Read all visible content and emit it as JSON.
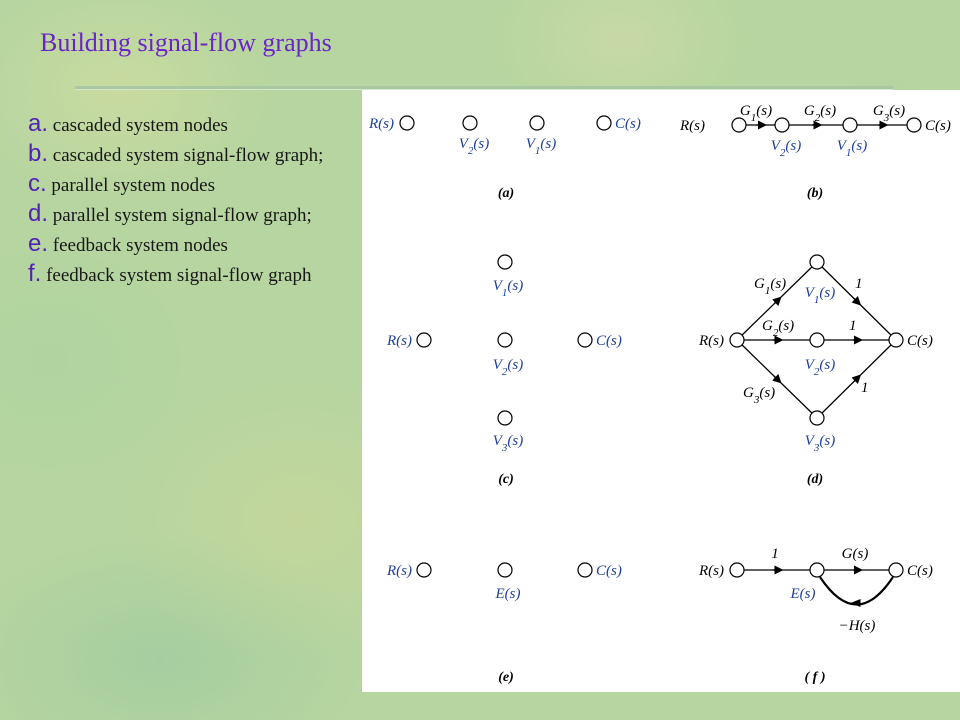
{
  "slide": {
    "title": "Building signal-flow graphs"
  },
  "captions": [
    {
      "letter": "a.",
      "text": " cascaded system nodes"
    },
    {
      "letter": "b.",
      "text": " cascaded system signal-flow graph;"
    },
    {
      "letter": "c.",
      "text": " parallel system nodes"
    },
    {
      "letter": "d.",
      "text": " parallel system signal-flow graph;"
    },
    {
      "letter": "e.",
      "text": " feedback system nodes"
    },
    {
      "letter": "f.",
      "text": " feedback system signal-flow graph"
    }
  ],
  "diagrams": {
    "a": {
      "panel_label": "(a)",
      "node_labels": [
        "R(s)",
        "V2(s)",
        "V1(s)",
        "C(s)"
      ]
    },
    "b": {
      "panel_label": "(b)",
      "node_labels": [
        "R(s)",
        "V2(s)",
        "V1(s)",
        "C(s)"
      ],
      "branch_gains": [
        "G1(s)",
        "G2(s)",
        "G3(s)"
      ]
    },
    "c": {
      "panel_label": "(c)",
      "node_labels": [
        "R(s)",
        "V1(s)",
        "V2(s)",
        "V3(s)",
        "C(s)"
      ]
    },
    "d": {
      "panel_label": "(d)",
      "node_labels": [
        "R(s)",
        "V1(s)",
        "V2(s)",
        "V3(s)",
        "C(s)"
      ],
      "branch_gains": [
        "G1(s)",
        "G2(s)",
        "G3(s)",
        "1",
        "1",
        "1"
      ]
    },
    "e": {
      "panel_label": "(e)",
      "node_labels": [
        "R(s)",
        "E(s)",
        "C(s)"
      ]
    },
    "f": {
      "panel_label": "( f )",
      "node_labels": [
        "R(s)",
        "E(s)",
        "C(s)"
      ],
      "branch_gains": [
        "1",
        "G(s)",
        "−H(s)"
      ]
    }
  },
  "colors": {
    "title": "#6a24c8",
    "caption_letter": "#5321b8",
    "node_label": "#1e3f9a",
    "ink": "#000000"
  }
}
